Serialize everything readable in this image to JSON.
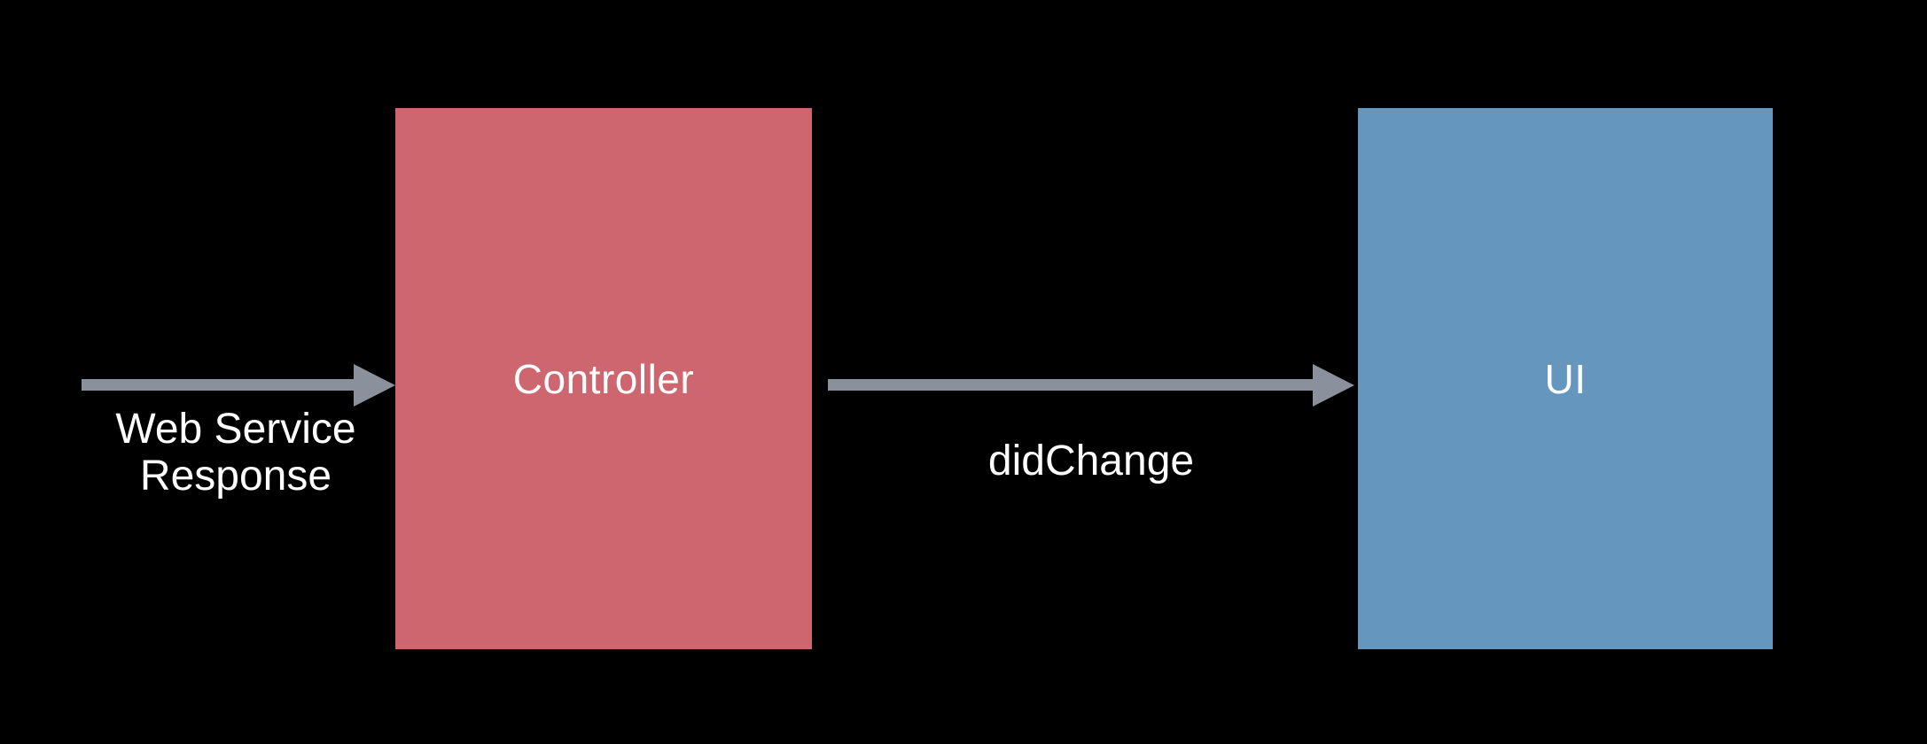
{
  "colors": {
    "background": "#000000",
    "node-red": "#CE6670",
    "node-blue": "#6597BE",
    "arrow": "#8A919D",
    "text": "#FFFFFF"
  },
  "diagram": {
    "nodes": [
      {
        "id": "controller",
        "label": "Controller",
        "fill": "#CE6670",
        "text_color": "#FFFFFF"
      },
      {
        "id": "ui",
        "label": "UI",
        "fill": "#6597BE",
        "text_color": "#FFFFFF"
      }
    ],
    "edges": [
      {
        "id": "web-service-response",
        "label_lines": [
          "Web Service",
          "Response"
        ],
        "to": "Controller",
        "color": "#8A919D"
      },
      {
        "id": "didChange",
        "label_lines": [
          "didChange"
        ],
        "from": "Controller",
        "to": "UI",
        "color": "#8A919D"
      }
    ]
  }
}
